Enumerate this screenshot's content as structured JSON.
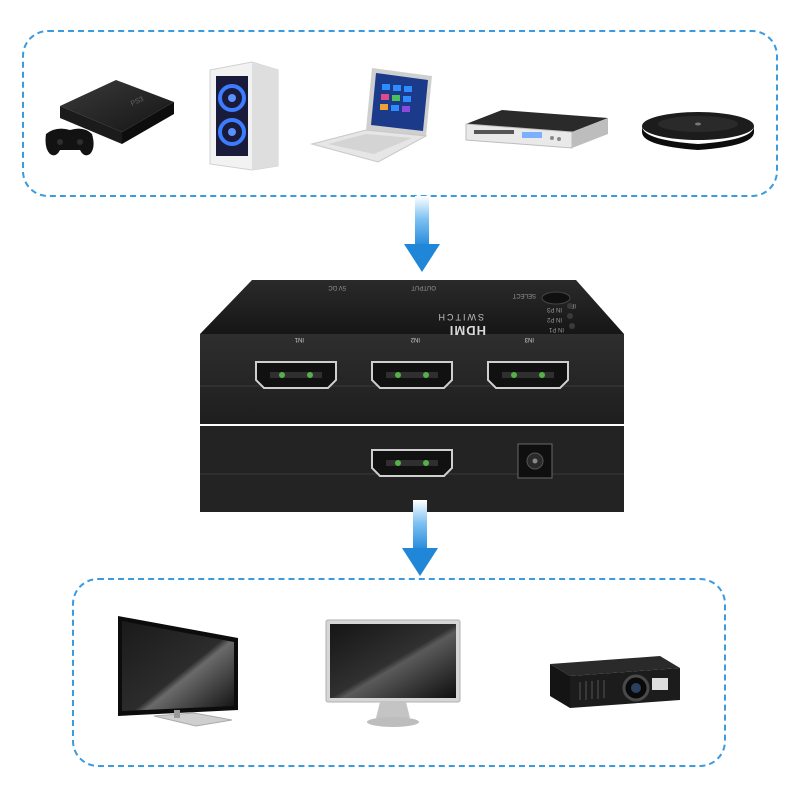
{
  "switch": {
    "brand": "HDMI",
    "model": "SWITCH",
    "inputs": [
      "IN1",
      "IN2",
      "IN3"
    ],
    "indicators": [
      "IN P1",
      "IN P2",
      "IN P3"
    ],
    "top_labels": [
      "5V DC",
      "OUTPUT",
      "SELECT",
      "IR"
    ]
  },
  "sources": {
    "devices": [
      {
        "icon": "game-console-icon"
      },
      {
        "icon": "desktop-pc-icon"
      },
      {
        "icon": "laptop-icon"
      },
      {
        "icon": "dvd-player-icon"
      },
      {
        "icon": "media-box-icon"
      }
    ]
  },
  "displays": {
    "devices": [
      {
        "icon": "tv-icon"
      },
      {
        "icon": "monitor-icon"
      },
      {
        "icon": "projector-icon"
      }
    ]
  },
  "colors": {
    "accent": "#3a9be0",
    "arrow": "#1f86d8",
    "device_body": "#232323"
  }
}
